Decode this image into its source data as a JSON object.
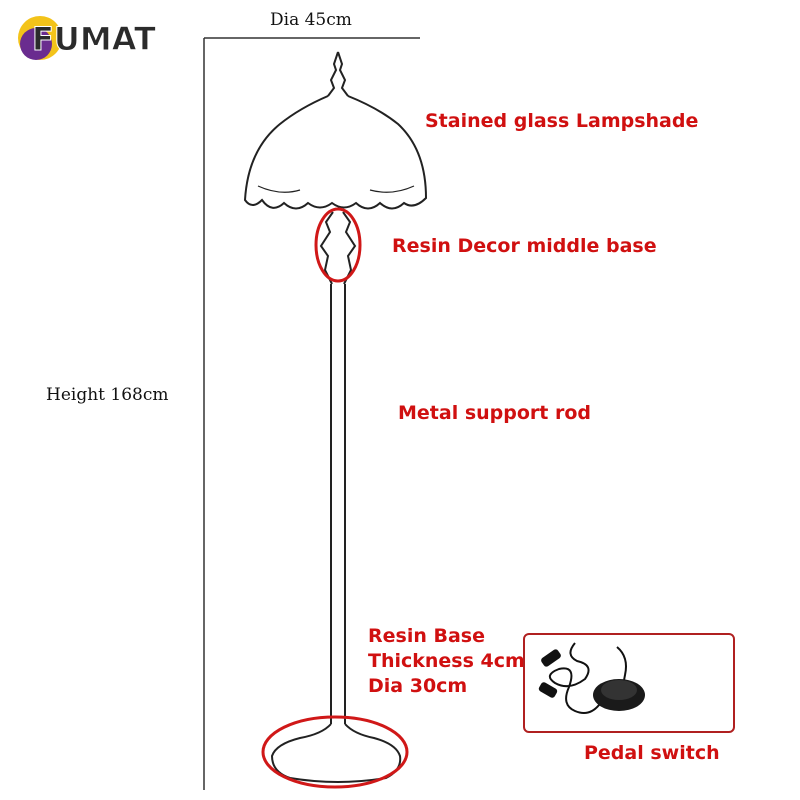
{
  "logo": {
    "text": "FUMAT",
    "colors": {
      "yellow": "#f3c31a",
      "purple": "#6a2c8f",
      "dark": "#2b2b2b"
    }
  },
  "dimensions": {
    "diameter": {
      "label": "Dia",
      "value": "45cm"
    },
    "height": {
      "label": "Height",
      "value": "168cm"
    }
  },
  "parts": {
    "lampshade": "Stained glass Lampshade",
    "middle_base": "Resin Decor middle base",
    "rod": "Metal support rod",
    "base_lines": [
      "Resin Base",
      "Thickness 4cm",
      "Dia 30cm"
    ],
    "switch": "Pedal switch"
  },
  "colors": {
    "label_red": "#d01010",
    "highlight_red": "#d01818",
    "line": "#222222"
  }
}
